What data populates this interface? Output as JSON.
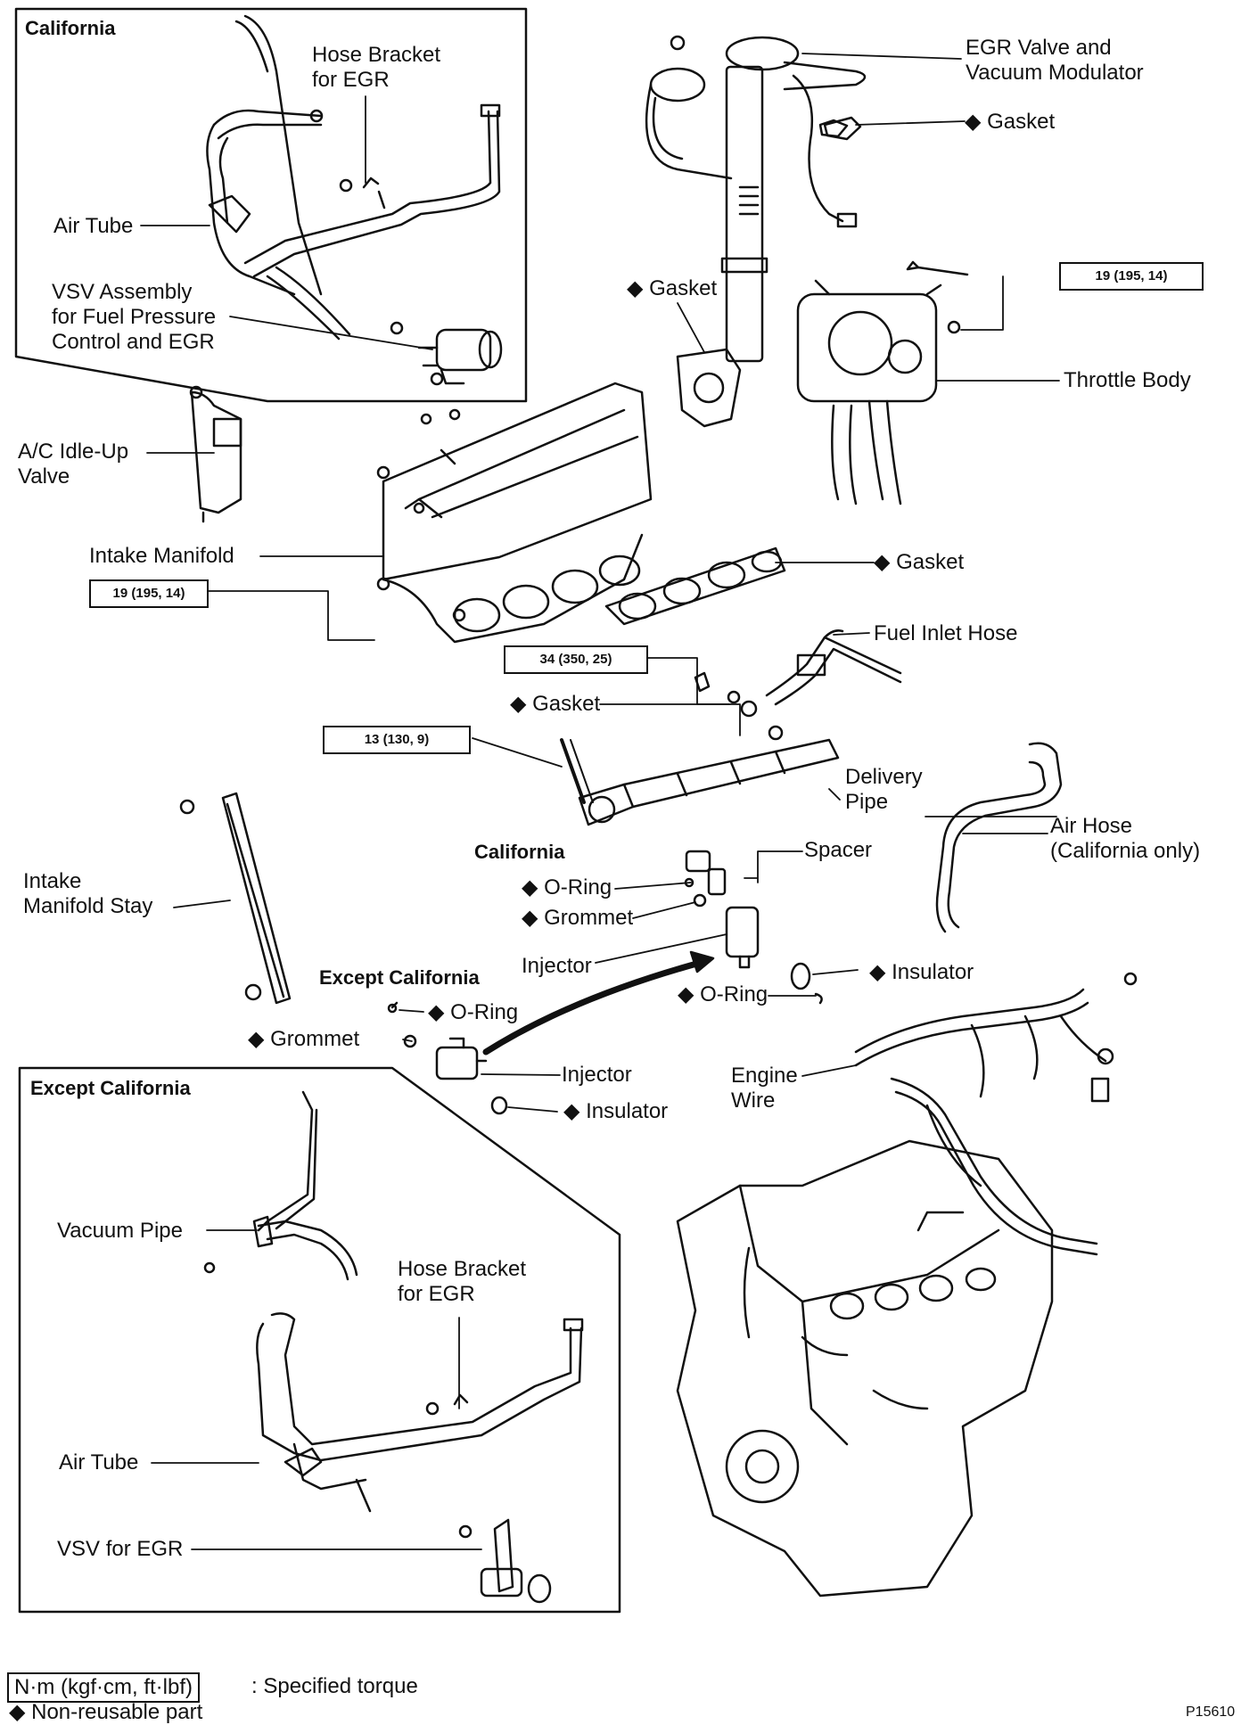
{
  "regions": {
    "california_top": "California",
    "except_california_bottom": "Except California",
    "california_mid": "California",
    "except_california_mid": "Except California"
  },
  "parts": {
    "hose_bracket_top": "Hose Bracket\nfor EGR",
    "air_tube_top": "Air Tube",
    "vsv_assembly": "VSV Assembly\nfor Fuel Pressure\nControl and EGR",
    "egr_valve": "EGR Valve and\nVacuum Modulator",
    "gasket_egr": "Gasket",
    "gasket_throttle": "Gasket",
    "throttle_body": "Throttle Body",
    "ac_idle_up": "A/C Idle-Up\nValve",
    "intake_manifold": "Intake Manifold",
    "gasket_manifold": "Gasket",
    "fuel_inlet_hose": "Fuel Inlet Hose",
    "gasket_fuel": "Gasket",
    "delivery_pipe": "Delivery\nPipe",
    "spacer": "Spacer",
    "air_hose": "Air Hose\n(California only)",
    "intake_stay": "Intake\nManifold Stay",
    "oring_ca": "O-Ring",
    "grommet_ca": "Grommet",
    "injector_ca": "Injector",
    "insulator_ca": "Insulator",
    "oring_ca2": "O-Ring",
    "oring_ex": "O-Ring",
    "grommet_ex": "Grommet",
    "injector_ex": "Injector",
    "insulator_ex": "Insulator",
    "engine_wire": "Engine\nWire",
    "vacuum_pipe": "Vacuum Pipe",
    "hose_bracket_bottom": "Hose Bracket\nfor EGR",
    "air_tube_bottom": "Air Tube",
    "vsv_egr": "VSV for EGR"
  },
  "torques": {
    "throttle": "19 (195, 14)",
    "manifold": "19 (195, 14)",
    "fuel_union": "34 (350, 25)",
    "delivery": "13 (130, 9)"
  },
  "legend": {
    "torque_unit": "N·m (kgf·cm, ft·lbf)",
    "torque_desc": ":  Specified torque",
    "non_reusable": "Non-reusable part"
  },
  "figure_id": "P15610"
}
